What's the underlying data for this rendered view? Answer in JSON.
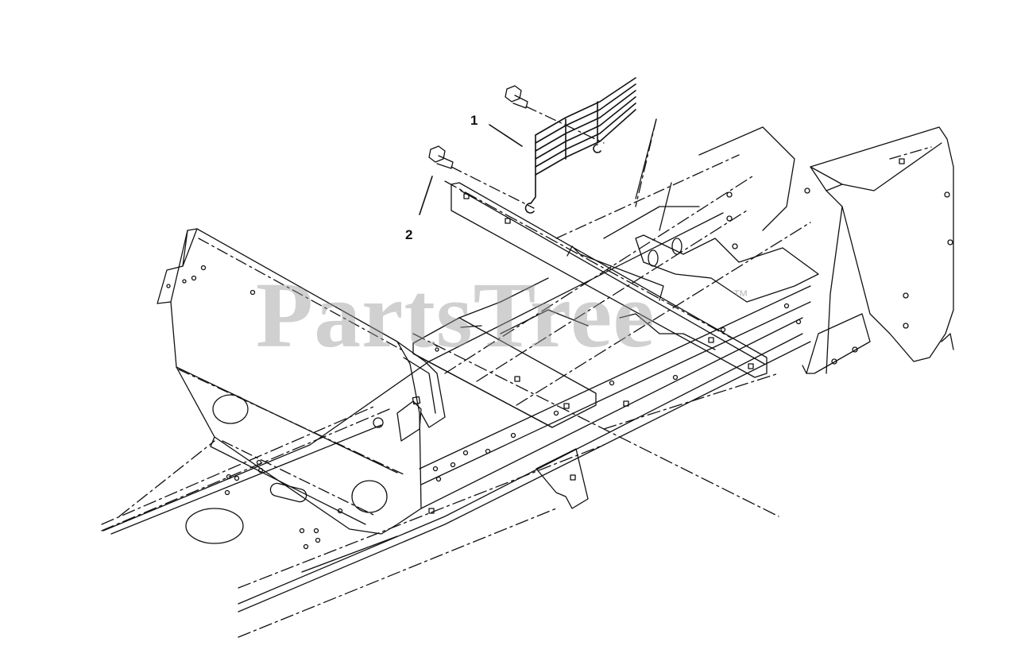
{
  "diagram": {
    "callouts": [
      {
        "id": "1",
        "label": "1"
      },
      {
        "id": "2",
        "label": "2"
      }
    ],
    "watermark": {
      "text": "PartsTree",
      "trademark": "™"
    }
  }
}
